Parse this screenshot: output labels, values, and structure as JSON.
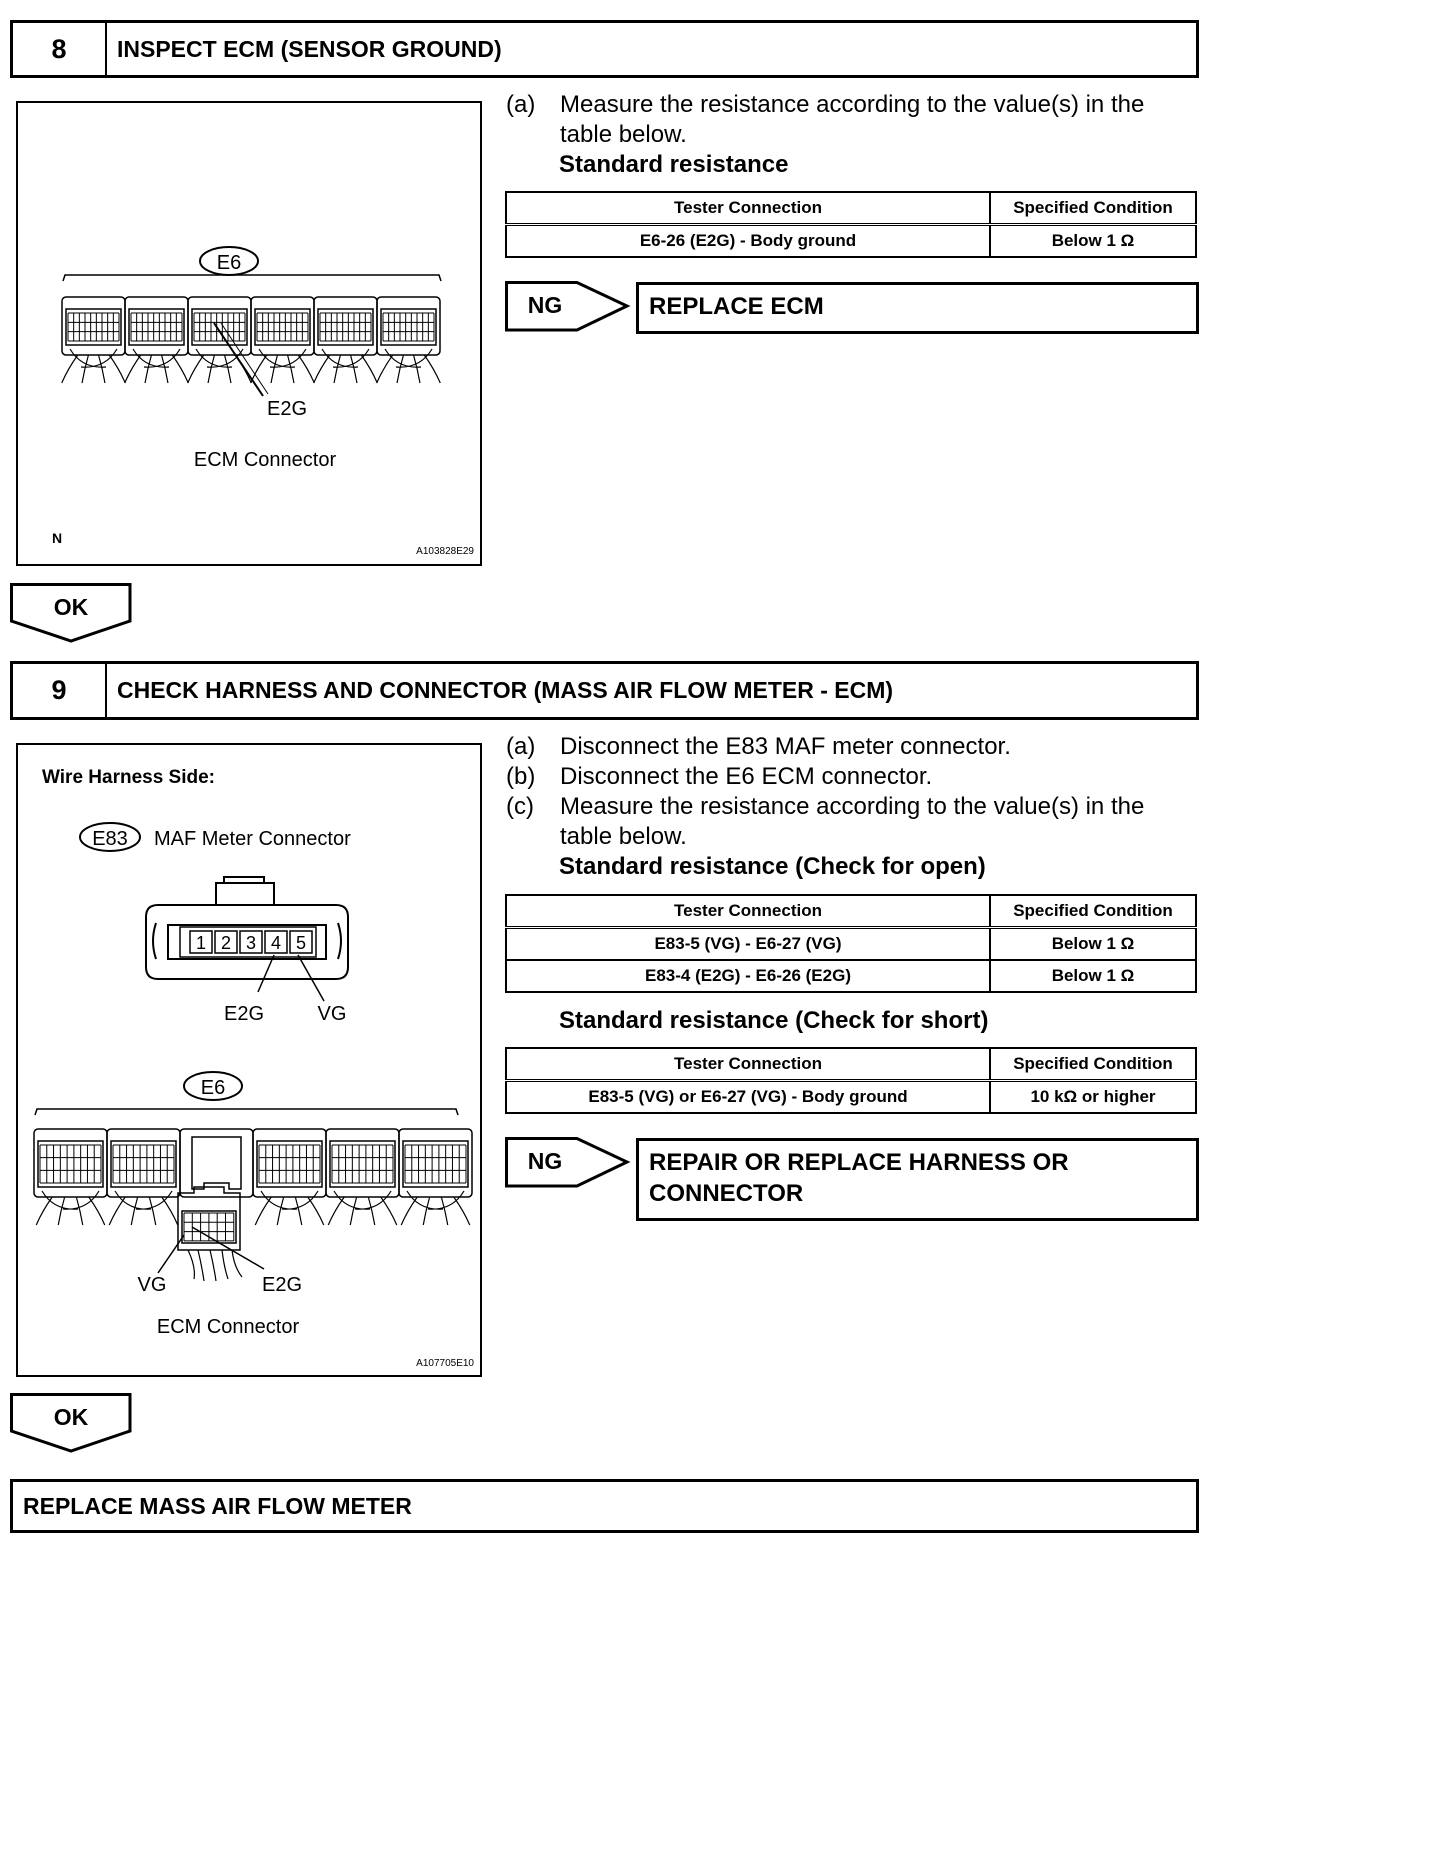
{
  "step8": {
    "number": "8",
    "title": "INSPECT ECM (SENSOR GROUND)",
    "figure": {
      "connector_id": "E6",
      "pin_label": "E2G",
      "caption": "ECM Connector",
      "corner_mark": "N",
      "figure_code": "A103828E29"
    },
    "instructions": [
      {
        "label": "(a)",
        "text": "Measure the resistance according to the value(s) in the table below."
      }
    ],
    "standard_heading": "Standard resistance",
    "table": {
      "headers": [
        "Tester Connection",
        "Specified Condition"
      ],
      "rows": [
        [
          "E6-26 (E2G) - Body ground",
          "Below 1 Ω"
        ]
      ]
    },
    "ng_label": "NG",
    "ng_result": "REPLACE ECM",
    "ok_label": "OK"
  },
  "step9": {
    "number": "9",
    "title": "CHECK HARNESS AND CONNECTOR (MASS AIR FLOW METER - ECM)",
    "figure": {
      "side_label": "Wire Harness Side:",
      "maf_connector_id": "E83",
      "maf_connector_name": "MAF Meter Connector",
      "maf_pins": [
        "1",
        "2",
        "3",
        "4",
        "5"
      ],
      "maf_label_e2g": "E2G",
      "maf_label_vg": "VG",
      "ecm_connector_id": "E6",
      "ecm_label_vg": "VG",
      "ecm_label_e2g": "E2G",
      "caption": "ECM Connector",
      "figure_code": "A107705E10"
    },
    "instructions": [
      {
        "label": "(a)",
        "text": "Disconnect the E83 MAF meter connector."
      },
      {
        "label": "(b)",
        "text": "Disconnect the E6 ECM connector."
      },
      {
        "label": "(c)",
        "text": "Measure the resistance according to the value(s) in the table below."
      }
    ],
    "open_heading": "Standard resistance (Check for open)",
    "open_table": {
      "headers": [
        "Tester Connection",
        "Specified Condition"
      ],
      "rows": [
        [
          "E83-5 (VG) - E6-27 (VG)",
          "Below 1 Ω"
        ],
        [
          "E83-4 (E2G) - E6-26 (E2G)",
          "Below 1 Ω"
        ]
      ]
    },
    "short_heading": "Standard resistance (Check for short)",
    "short_table": {
      "headers": [
        "Tester Connection",
        "Specified Condition"
      ],
      "rows": [
        [
          "E83-5 (VG) or E6-27 (VG) - Body ground",
          "10 kΩ or higher"
        ]
      ]
    },
    "ng_label": "NG",
    "ng_result": "REPAIR OR REPLACE HARNESS OR CONNECTOR",
    "ok_label": "OK"
  },
  "final": {
    "title": "REPLACE MASS AIR FLOW METER"
  }
}
